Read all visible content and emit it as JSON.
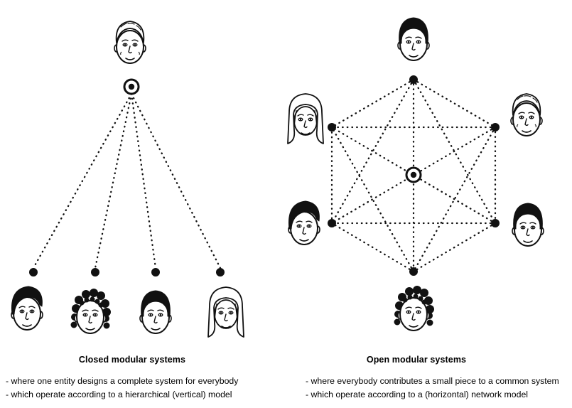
{
  "left": {
    "title": "Closed modular systems",
    "bullets": [
      "- where one entity designs a complete system for everybody",
      "- which operate according to a hierarchical (vertical) model"
    ]
  },
  "right": {
    "title": "Open modular systems",
    "bullets": [
      "- where everybody contributes a small piece to a common system",
      "- which operate according to a (horizontal) network model"
    ]
  },
  "colors": {
    "ink": "#111111",
    "background": "#ffffff"
  }
}
